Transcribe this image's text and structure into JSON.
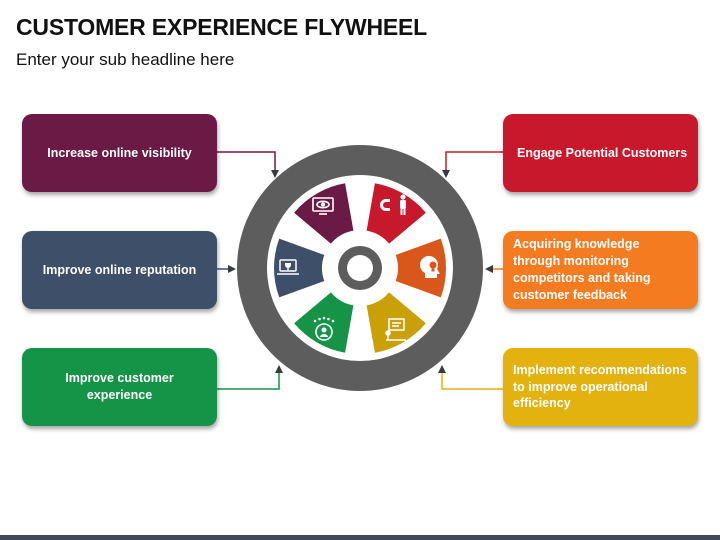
{
  "header": {
    "title": "CUSTOMER EXPERIENCE FLYWHEEL",
    "subtitle": "Enter your sub headline here"
  },
  "left_items": [
    {
      "label": "Increase online visibility",
      "color": "#6b1a46"
    },
    {
      "label": "Improve online reputation",
      "color": "#3e5069"
    },
    {
      "label": "Improve customer experience",
      "color": "#159447"
    }
  ],
  "right_items": [
    {
      "label": "Engage Potential Customers",
      "color": "#c8182b"
    },
    {
      "label": "Acquiring knowledge through monitoring competitors and taking customer feedback",
      "color": "#f47b20"
    },
    {
      "label": "Implement recommendations to improve operational efficiency",
      "color": "#e3b20e"
    }
  ],
  "wheel": {
    "tire_color": "#5d5d5d",
    "segments": [
      {
        "icon": "monitor-eye-icon",
        "color": "#6b1a46"
      },
      {
        "icon": "magnet-person-icon",
        "color": "#c8182b"
      },
      {
        "icon": "head-bulb-icon",
        "color": "#d9571a"
      },
      {
        "icon": "presentation-board-icon",
        "color": "#c9a008"
      },
      {
        "icon": "customer-rating-icon",
        "color": "#159447"
      },
      {
        "icon": "laptop-award-icon",
        "color": "#3e5069"
      }
    ]
  }
}
